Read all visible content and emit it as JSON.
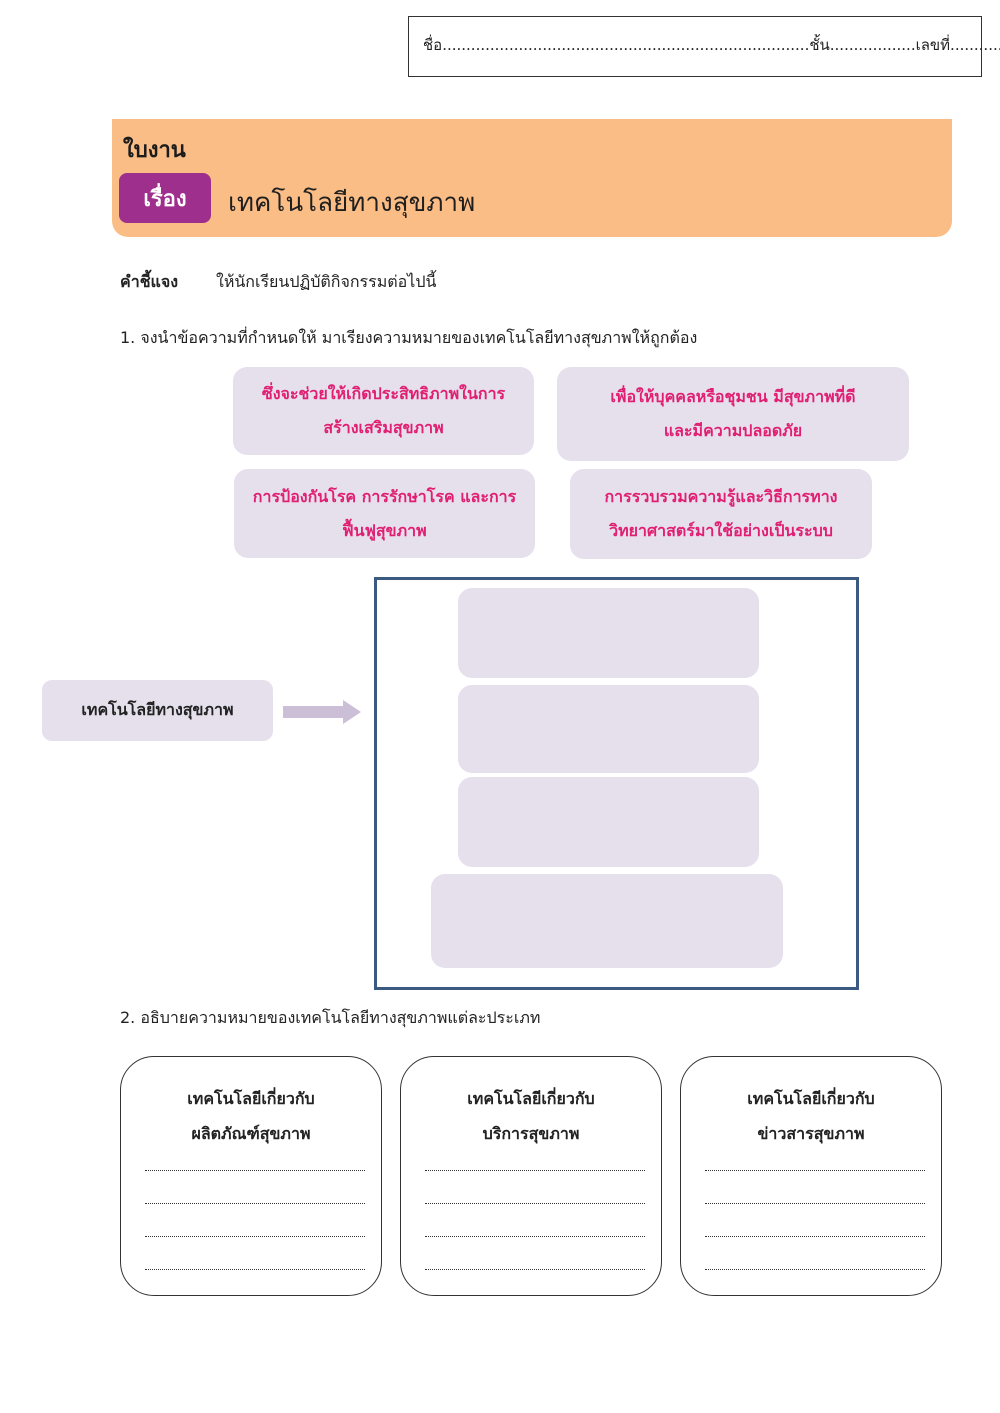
{
  "header": {
    "name_line": "ชื่อ.............................................................................ชั้น..................เลขที่...............",
    "worksheet_label": "ใบงาน",
    "topic_badge": "เรื่อง",
    "topic_title": "เทคโนโลยีทางสุขภาพ"
  },
  "instructions": {
    "label": "คำชี้แจง",
    "text": "ให้นักเรียนปฏิบัติกิจกรรมต่อไปนี้"
  },
  "question1": {
    "text": "1.   จงนำข้อความที่กำหนดให้ มาเรียงความหมายของเทคโนโลยีทางสุขภาพให้ถูกต้อง",
    "cards": [
      {
        "line1": "ซึ่งจะช่วยให้เกิดประสิทธิภาพในการ",
        "line2": "สร้างเสริมสุขภาพ"
      },
      {
        "line1": "เพื่อให้บุคคลหรือชุมชน มีสุขภาพที่ดี",
        "line2": "และมีความปลอดภัย"
      },
      {
        "line1": "การป้องกันโรค การรักษาโรค และการ",
        "line2": "ฟื้นฟูสุขภาพ"
      },
      {
        "line1": "การรวบรวมความรู้และวิธีการทาง",
        "line2": "วิทยาศาสตร์มาใช้อย่างเป็นระบบ"
      }
    ],
    "term": "เทคโนโลยีทางสุขภาพ",
    "arrow_icon": "right-arrow-icon",
    "colors": {
      "card_bg": "#e6e0ed",
      "card_text": "#e01f72",
      "frame_border": "#3a5a82"
    }
  },
  "question2": {
    "text": "2.   อธิบายความหมายของเทคโนโลยีทางสุขภาพแต่ละประเภท",
    "types": [
      {
        "line1": "เทคโนโลยีเกี่ยวกับ",
        "line2": "ผลิตภัณฑ์สุขภาพ"
      },
      {
        "line1": "เทคโนโลยีเกี่ยวกับ",
        "line2": "บริการสุขภาพ"
      },
      {
        "line1": "เทคโนโลยีเกี่ยวกับ",
        "line2": "ข่าวสารสุขภาพ"
      }
    ]
  },
  "colors": {
    "header_band": "#fbbd86",
    "badge": "#9e2f8d"
  }
}
